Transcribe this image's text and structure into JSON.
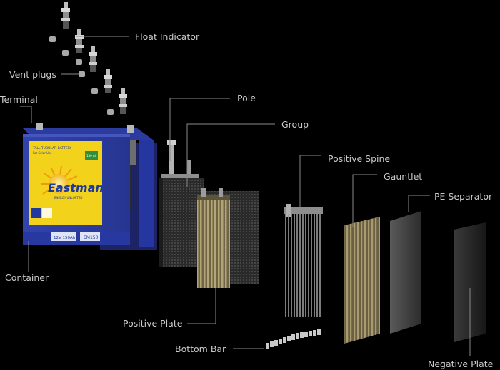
{
  "labels": {
    "float_indicator": "Float Indicator",
    "vent_plugs": "Vent plugs",
    "terminal": "Terminal",
    "pole": "Pole",
    "group": "Group",
    "positive_spine": "Positive Spine",
    "gauntlet": "Gauntlet",
    "pe_separator": "PE Separator",
    "container": "Container",
    "positive_plate": "Positive Plate",
    "bottom_bar": "Bottom Bar",
    "negative_plate": "Negative Plate"
  },
  "battery": {
    "brand": "Eastman",
    "tagline": "ENERGY UNLIMITED",
    "sticker_line1": "TALL TUBULAR BATTERY",
    "sticker_line2": "For Solar Use",
    "capacity": "150 Ah",
    "voltage": "12V 150Ah",
    "model": "EM150"
  },
  "colors": {
    "background": "#000000",
    "battery_blue": "#2f3fa4",
    "sticker_yellow": "#f3d21c",
    "brand_blue": "#1d3a9c"
  }
}
